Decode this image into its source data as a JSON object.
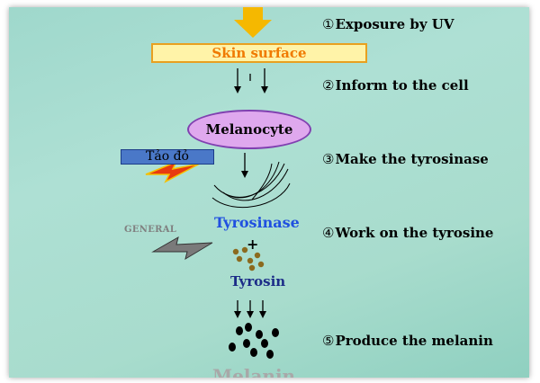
{
  "steps": [
    {
      "num": "①",
      "text": "Exposure by UV"
    },
    {
      "num": "②",
      "text": "Inform to the cell"
    },
    {
      "num": "③",
      "text": "Make the tyrosinase"
    },
    {
      "num": "④",
      "text": "Work on the tyrosine"
    },
    {
      "num": "⑤",
      "text": "Produce the melanin"
    }
  ],
  "labels": {
    "skin_surface": "Skin surface",
    "melanocyte": "Melanocyte",
    "tao_do": "Tảo đỏ",
    "general": "GENERAL",
    "tyrosinase": "Tyrosinase",
    "plus": "+",
    "tyrosin": "Tyrosin",
    "melanin": "Melanin"
  },
  "colors": {
    "uv_arrow": "#f5b800",
    "skin_surface_fill": "#fff3a8",
    "skin_surface_text": "#f07a00",
    "melanocyte_fill": "#dfa8ee",
    "tao_do_fill": "#4a78c8",
    "tyrosinase_text": "#2050e0",
    "tyrosin_dots": "#8b6a1e",
    "melanin_dots": "#000000",
    "red_bolt": "#e83a10",
    "gray_bolt": "#7a7a7a"
  },
  "icons": {
    "uv": "down-arrow-icon",
    "red_lightning": "lightning-icon",
    "gray_lightning": "lightning-icon"
  }
}
